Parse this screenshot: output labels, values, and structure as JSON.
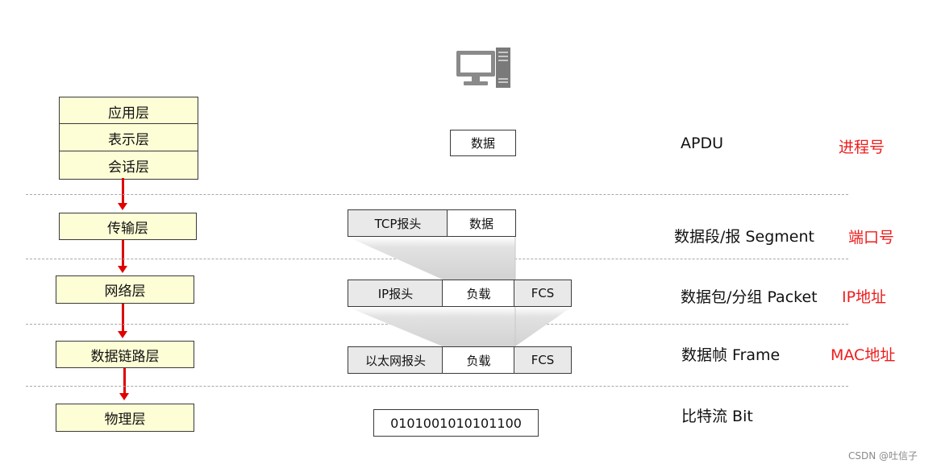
{
  "layers": {
    "application": "应用层",
    "presentation": "表示层",
    "session": "会话层",
    "transport": "传输层",
    "network": "网络层",
    "datalink": "数据链路层",
    "physical": "物理层"
  },
  "packets": {
    "apdu_data": "数据",
    "tcp_header": "TCP报头",
    "tcp_data": "数据",
    "ip_header": "IP报头",
    "ip_payload": "负载",
    "ip_fcs": "FCS",
    "eth_header": "以太网报头",
    "eth_payload": "负载",
    "eth_fcs": "FCS",
    "bits": "0101001010101100"
  },
  "units": {
    "apdu": "APDU",
    "segment": "数据段/报 Segment",
    "packet": "数据包/分组 Packet",
    "frame": "数据帧 Frame",
    "bit": "比特流 Bit"
  },
  "addresses": {
    "process": "进程号",
    "port": "端口号",
    "ip": "IP地址",
    "mac": "MAC地址"
  },
  "watermark": "CSDN @吐信子",
  "colors": {
    "layer_fill": "#fefed6",
    "arrow": "#e00000",
    "address_text": "#ee1c1c",
    "header_fill": "#e9e9e9"
  },
  "icons": {
    "host": "computer-icon"
  }
}
